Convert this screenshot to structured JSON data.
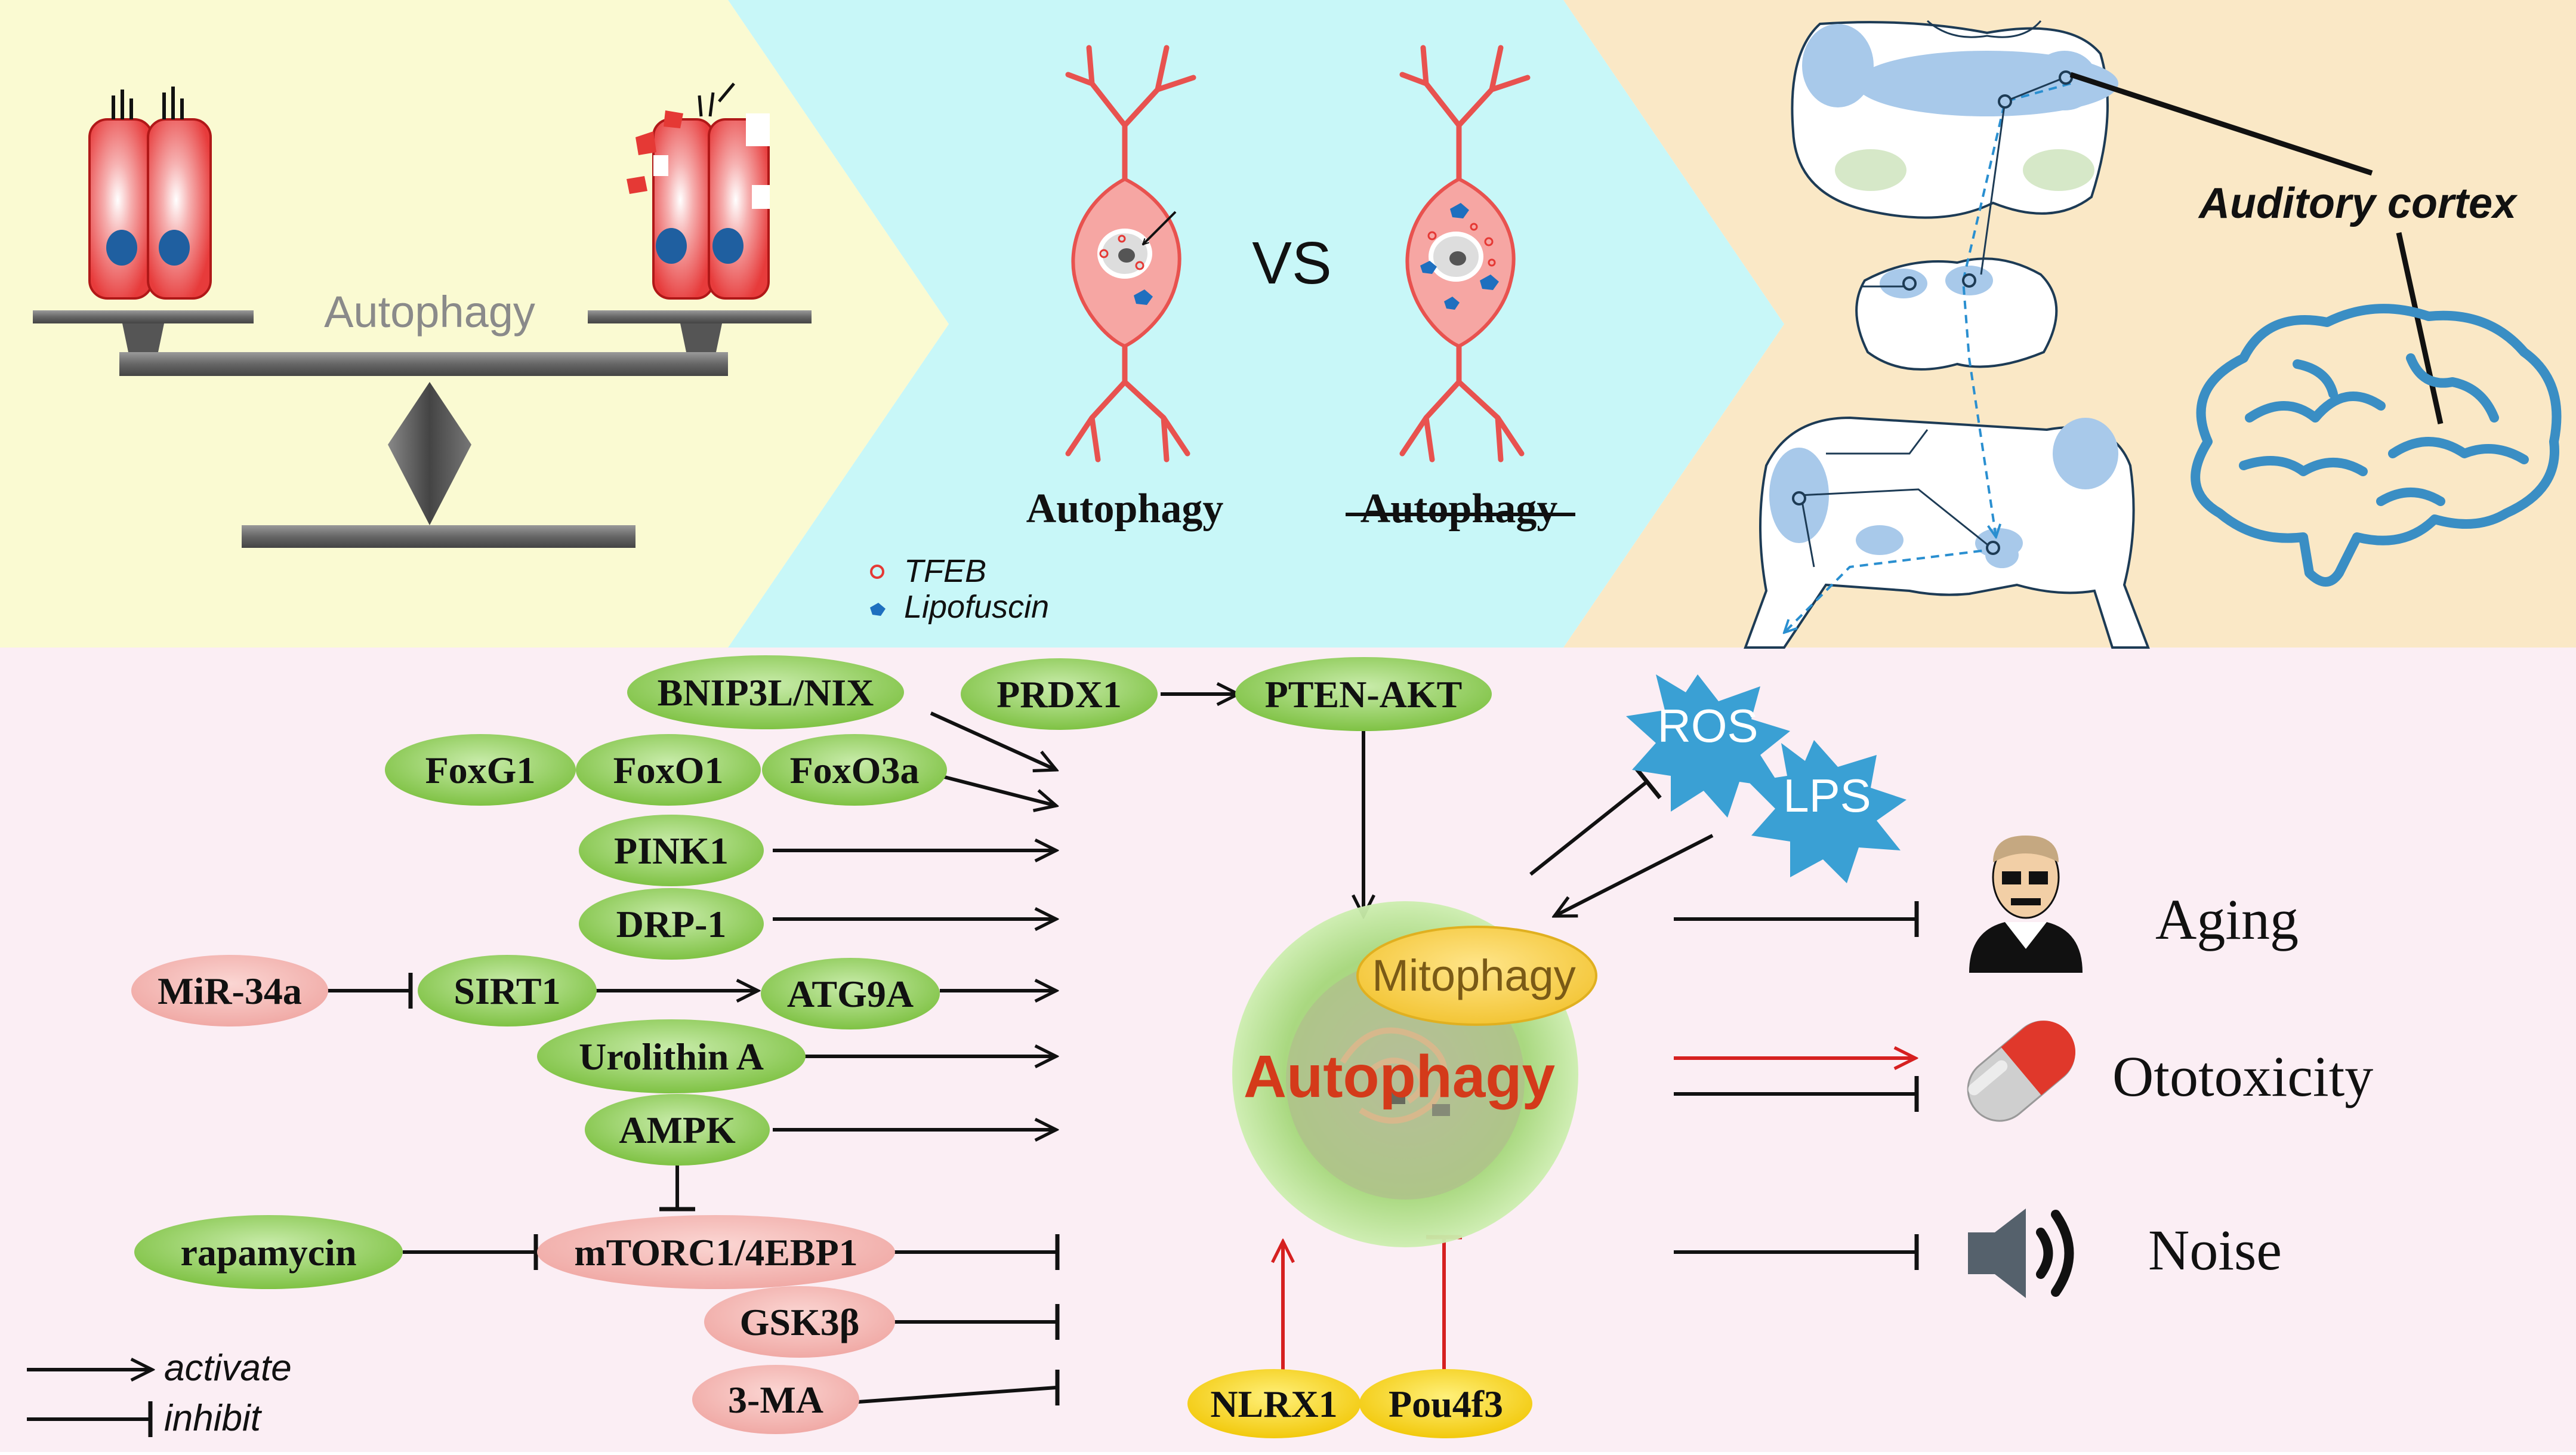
{
  "panels": {
    "balance": {
      "label": "Autophagy"
    },
    "neurons": {
      "vs": "VS",
      "left_label": "Autophagy",
      "right_label": "Autophagy",
      "legend": [
        {
          "label": "TFEB",
          "color": "#e53935"
        },
        {
          "label": "Lipofuscin",
          "color": "#1e6fbf"
        }
      ]
    },
    "brainstem": {
      "auditory_cortex": "Auditory cortex"
    }
  },
  "pathway": {
    "activators": {
      "bnip3l": "BNIP3L/NIX",
      "prdx1": "PRDX1",
      "pten_akt": "PTEN-AKT",
      "foxg1": "FoxG1",
      "foxo1": "FoxO1",
      "foxo3a": "FoxO3a",
      "pink1": "PINK1",
      "drp1": "DRP-1",
      "sirt1": "SIRT1",
      "atg9a": "ATG9A",
      "urolithin": "Urolithin A",
      "ampk": "AMPK",
      "rapamycin": "rapamycin"
    },
    "inhibitors": {
      "mir34a": "MiR-34a",
      "mtorc1": "mTORC1/4EBP1",
      "gsk3b": "GSK3β",
      "ma3": "3-MA"
    },
    "regulators": {
      "nlrx1": "NLRX1",
      "pou4f3": "Pou4f3"
    },
    "stress": {
      "ros": "ROS",
      "lps": "LPS"
    },
    "center": {
      "mitophagy": "Mitophagy",
      "autophagy": "Autophagy"
    },
    "outcomes": {
      "aging": "Aging",
      "ototoxicity": "Ototoxicity",
      "noise": "Noise"
    }
  },
  "legend": {
    "activate": "activate",
    "inhibit": "inhibit"
  },
  "colors": {
    "panel_yellow": "#fafad2",
    "panel_cyan": "#c8f7f8",
    "panel_peach": "#fae8c6",
    "panel_pink": "#fbeef4",
    "activator_green": "#8fcf4f",
    "inhibitor_pink": "#f4b7b4",
    "regulator_yellow": "#f5d31e",
    "stress_blue": "#3aa0d4",
    "neuron_red": "#e8524f"
  }
}
